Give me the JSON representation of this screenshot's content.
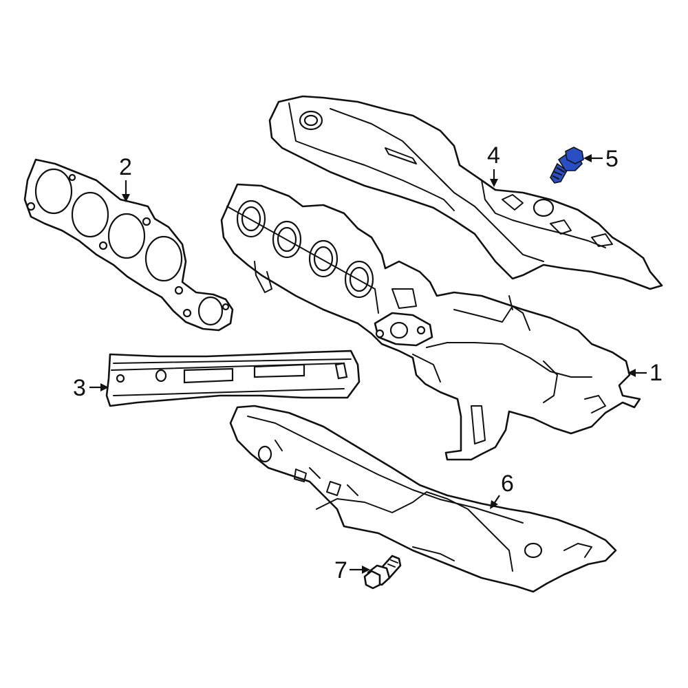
{
  "highlight_color": "#2a4fc4",
  "line_color": "#111111",
  "callouts": [
    {
      "id": "1",
      "label": "1"
    },
    {
      "id": "2",
      "label": "2"
    },
    {
      "id": "3",
      "label": "3"
    },
    {
      "id": "4",
      "label": "4"
    },
    {
      "id": "5",
      "label": "5"
    },
    {
      "id": "6",
      "label": "6"
    },
    {
      "id": "7",
      "label": "7"
    }
  ],
  "highlighted_part": "5"
}
